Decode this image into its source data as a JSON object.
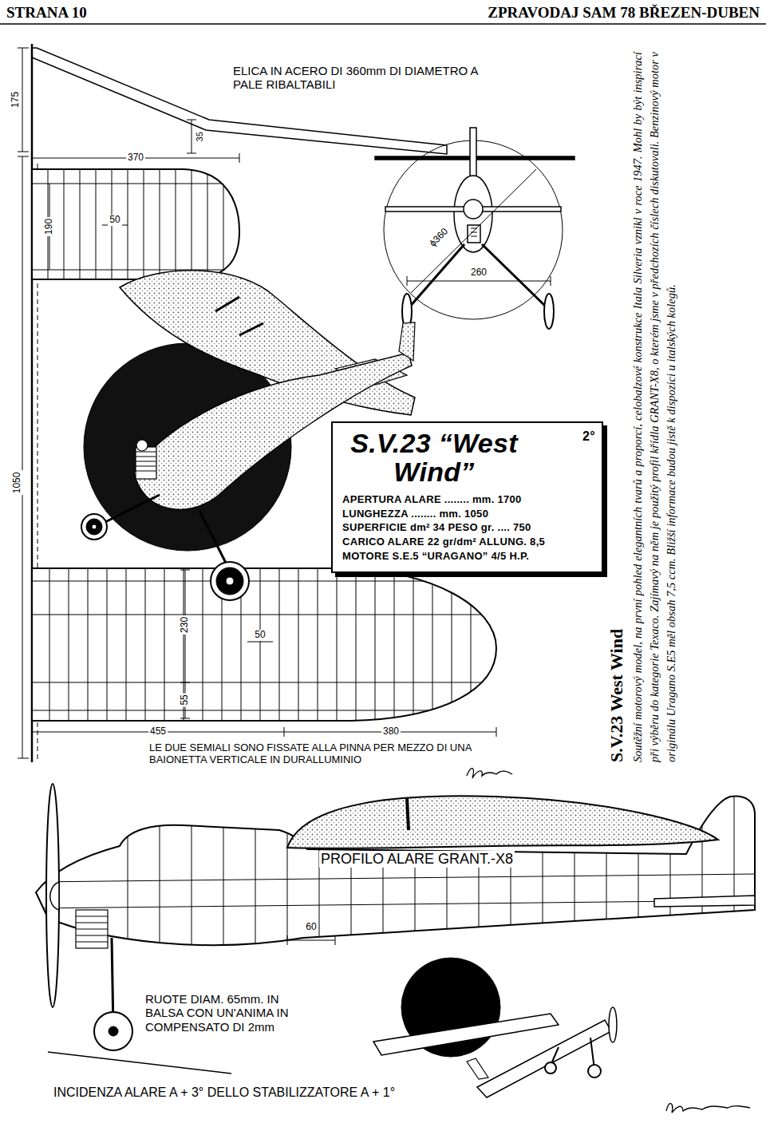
{
  "diagram": {
    "title": "S.V.23 West Wind",
    "caption": "Soutěžní motorový model, na první pohled elegantních tvarů a proporcí, celobalzové konstrukce Itala Silveria vznikl v roce 1947. Mohl by být inspirací při výběru do kategorie Texaco. Zajímavý na něm je použitý profil křídla GRANT-X8, o kterém jsme v předchozích číslech diskutovali. Benzinový motor v originálu Uragano S.E5 měl obsah 7,5 ccm. Bližší informace budou jistě k dispozici u italských kolegů.",
    "nodes": [
      {
        "text": [
          "S.V.23 “West Wind”",
          "2°",
          "APERTURA ALARE ........ mm. 1700",
          "LUNGHEZZA ........ mm. 1050",
          "SUPERFICIE dm² 34 PESO gr. .... 750",
          "CARICO ALARE 22 gr/dm² ALLUNG. 8,5",
          "MOTORE S.E.5 “URAGANO” 4/5 H.P."
        ]
      }
    ],
    "edges": [],
    "labels": [
      "STRANA 10",
      "ZPRAVODAJ SAM 78 BŘEZEN-DUBEN",
      "ELICA IN ACERO DI 360mm DI DIAMETRO A PALE RIBALTABILI",
      "175",
      "35",
      "370",
      "50",
      "190",
      "ϕ360",
      "260",
      "1050",
      "230",
      "50",
      "55",
      "455",
      "380",
      "LE DUE SEMIALI SONO FISSATE ALLA PINNA PER MEZZO DI UNA BAIONETTA VERTICALE IN DURALLUMINIO",
      "PROFILO ALARE GRANT.-X8",
      "60",
      "RUOTE DIAM. 65mm. IN BALSA CON UN'ANIMA IN COMPENSATO DI 2mm",
      "INCIDENZA ALARE A + 3° DELLO STABILIZZATORE A + 1°"
    ]
  }
}
